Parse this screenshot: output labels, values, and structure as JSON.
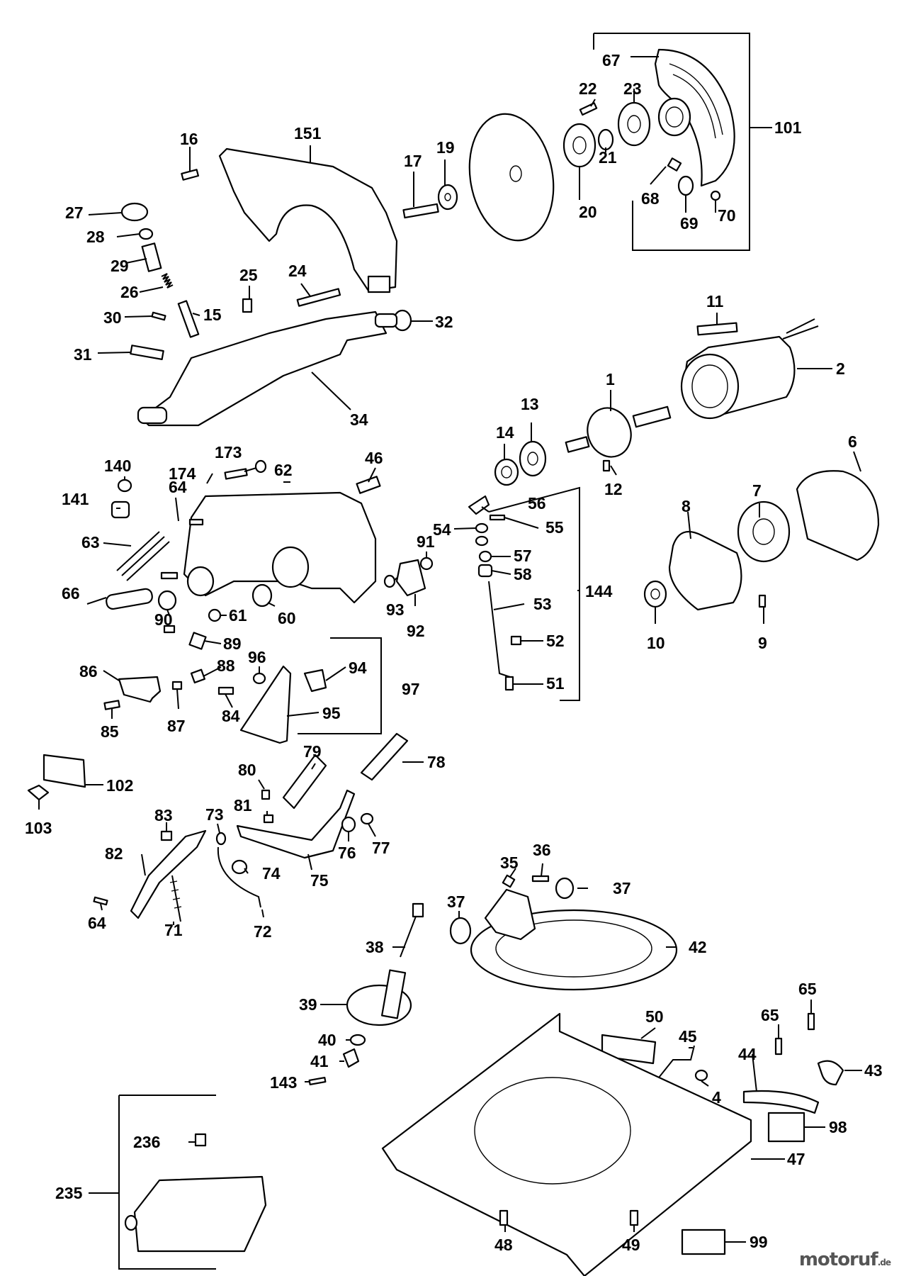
{
  "watermark": {
    "name": "motoruf",
    "suffix": ".de"
  },
  "parts": [
    {
      "n": "67"
    },
    {
      "n": "101"
    },
    {
      "n": "22"
    },
    {
      "n": "23"
    },
    {
      "n": "21"
    },
    {
      "n": "20"
    },
    {
      "n": "68"
    },
    {
      "n": "69"
    },
    {
      "n": "70"
    },
    {
      "n": "151"
    },
    {
      "n": "16"
    },
    {
      "n": "17"
    },
    {
      "n": "19"
    },
    {
      "n": "27"
    },
    {
      "n": "28"
    },
    {
      "n": "29"
    },
    {
      "n": "26"
    },
    {
      "n": "25"
    },
    {
      "n": "24"
    },
    {
      "n": "30"
    },
    {
      "n": "15"
    },
    {
      "n": "32"
    },
    {
      "n": "31"
    },
    {
      "n": "34"
    },
    {
      "n": "11"
    },
    {
      "n": "2"
    },
    {
      "n": "1"
    },
    {
      "n": "13"
    },
    {
      "n": "14"
    },
    {
      "n": "12"
    },
    {
      "n": "6"
    },
    {
      "n": "173"
    },
    {
      "n": "62"
    },
    {
      "n": "140"
    },
    {
      "n": "174"
    },
    {
      "n": "46"
    },
    {
      "n": "141"
    },
    {
      "n": "64"
    },
    {
      "n": "63"
    },
    {
      "n": "56"
    },
    {
      "n": "55"
    },
    {
      "n": "54"
    },
    {
      "n": "91"
    },
    {
      "n": "57"
    },
    {
      "n": "58"
    },
    {
      "n": "7"
    },
    {
      "n": "8"
    },
    {
      "n": "66"
    },
    {
      "n": "93"
    },
    {
      "n": "92"
    },
    {
      "n": "53"
    },
    {
      "n": "144"
    },
    {
      "n": "60"
    },
    {
      "n": "90"
    },
    {
      "n": "61"
    },
    {
      "n": "89"
    },
    {
      "n": "10"
    },
    {
      "n": "9"
    },
    {
      "n": "52"
    },
    {
      "n": "96"
    },
    {
      "n": "88"
    },
    {
      "n": "94"
    },
    {
      "n": "86"
    },
    {
      "n": "97"
    },
    {
      "n": "51"
    },
    {
      "n": "87"
    },
    {
      "n": "84"
    },
    {
      "n": "95"
    },
    {
      "n": "85"
    },
    {
      "n": "79"
    },
    {
      "n": "78"
    },
    {
      "n": "80"
    },
    {
      "n": "102"
    },
    {
      "n": "81"
    },
    {
      "n": "103"
    },
    {
      "n": "83"
    },
    {
      "n": "73"
    },
    {
      "n": "77"
    },
    {
      "n": "76"
    },
    {
      "n": "82"
    },
    {
      "n": "74"
    },
    {
      "n": "75"
    },
    {
      "n": "36"
    },
    {
      "n": "35"
    },
    {
      "n": "37"
    },
    {
      "n": "37b"
    },
    {
      "n": "64b"
    },
    {
      "n": "71"
    },
    {
      "n": "72"
    },
    {
      "n": "38"
    },
    {
      "n": "42"
    },
    {
      "n": "39"
    },
    {
      "n": "50"
    },
    {
      "n": "65"
    },
    {
      "n": "65b"
    },
    {
      "n": "45"
    },
    {
      "n": "40"
    },
    {
      "n": "44"
    },
    {
      "n": "43"
    },
    {
      "n": "41"
    },
    {
      "n": "4"
    },
    {
      "n": "143"
    },
    {
      "n": "98"
    },
    {
      "n": "236"
    },
    {
      "n": "47"
    },
    {
      "n": "235"
    },
    {
      "n": "48"
    },
    {
      "n": "49"
    },
    {
      "n": "99"
    }
  ],
  "labels": {
    "67": "67",
    "101": "101",
    "22": "22",
    "23": "23",
    "21": "21",
    "20": "20",
    "68": "68",
    "69": "69",
    "70": "70",
    "151": "151",
    "16": "16",
    "17": "17",
    "19": "19",
    "27": "27",
    "28": "28",
    "29": "29",
    "26": "26",
    "25": "25",
    "24": "24",
    "30": "30",
    "15": "15",
    "32": "32",
    "31": "31",
    "34": "34",
    "11": "11",
    "2": "2",
    "1": "1",
    "13": "13",
    "14": "14",
    "12": "12",
    "6": "6",
    "173": "173",
    "62": "62",
    "140": "140",
    "174": "174",
    "46": "46",
    "141": "141",
    "64": "64",
    "63": "63",
    "56": "56",
    "55": "55",
    "54": "54",
    "91": "91",
    "57": "57",
    "58": "58",
    "7": "7",
    "8": "8",
    "66": "66",
    "93": "93",
    "92": "92",
    "53": "53",
    "144": "144",
    "60": "60",
    "90": "90",
    "61": "61",
    "89": "89",
    "10": "10",
    "9": "9",
    "52": "52",
    "96": "96",
    "88": "88",
    "94": "94",
    "86": "86",
    "97": "97",
    "51": "51",
    "87": "87",
    "84": "84",
    "95": "95",
    "85": "85",
    "79": "79",
    "78": "78",
    "80": "80",
    "102": "102",
    "81": "81",
    "103": "103",
    "83": "83",
    "73": "73",
    "77": "77",
    "76": "76",
    "82": "82",
    "74": "74",
    "75": "75",
    "36": "36",
    "35": "35",
    "37": "37",
    "37b": "37",
    "64b": "64",
    "71": "71",
    "72": "72",
    "38": "38",
    "42": "42",
    "39": "39",
    "50": "50",
    "65": "65",
    "65b": "65",
    "45": "45",
    "40": "40",
    "44": "44",
    "43": "43",
    "41": "41",
    "4": "4",
    "143": "143",
    "98": "98",
    "236": "236",
    "47": "47",
    "235": "235",
    "48": "48",
    "49": "49",
    "99": "99"
  }
}
